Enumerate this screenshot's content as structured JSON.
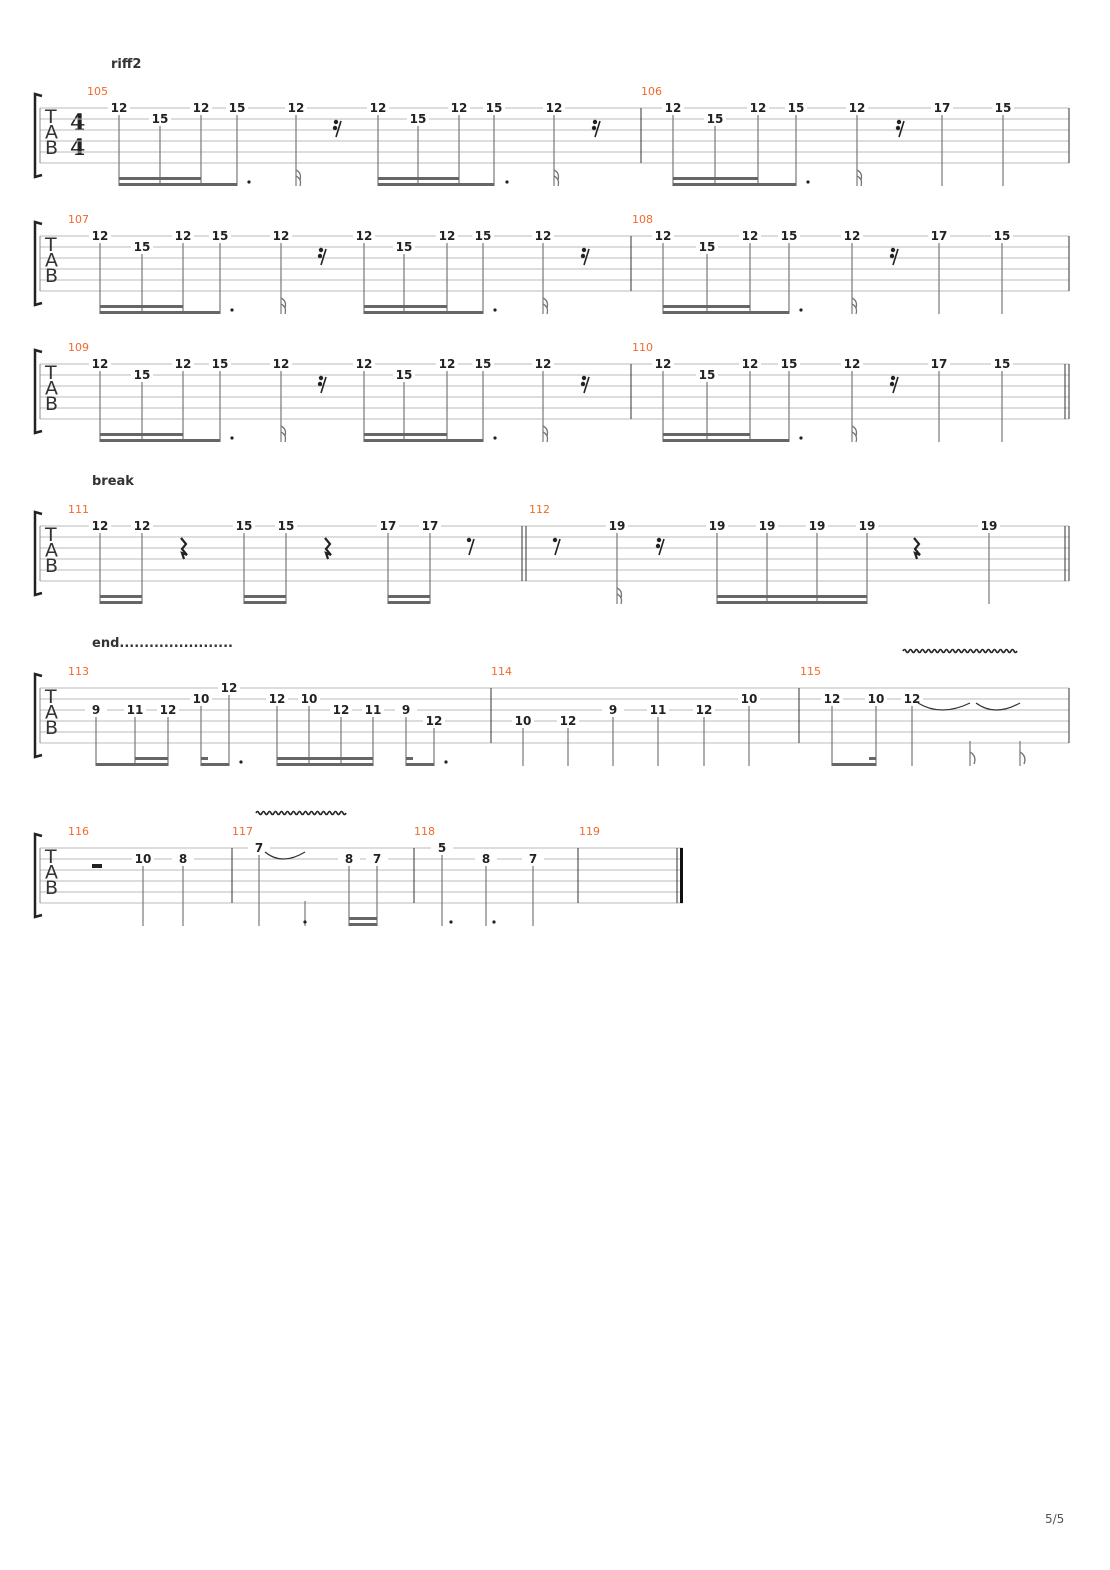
{
  "page": {
    "number": "5/5"
  },
  "sections": [
    {
      "label": "riff2"
    },
    {
      "label": "break"
    },
    {
      "label": "end......................."
    }
  ],
  "tab_clef": [
    "T",
    "A",
    "B"
  ],
  "time_signature": {
    "top": "4",
    "bottom": "4"
  },
  "systems": [
    {
      "measures": [
        {
          "number": "105",
          "events": [
            {
              "fret": "12",
              "string": 1
            },
            {
              "fret": "15",
              "string": 2
            },
            {
              "fret": "12",
              "string": 1
            },
            {
              "fret": "15",
              "string": 1
            },
            {
              "fret": "12",
              "string": 1
            },
            {
              "rest": "sixteenth"
            },
            {
              "fret": "12",
              "string": 1
            },
            {
              "fret": "15",
              "string": 2
            },
            {
              "fret": "12",
              "string": 1
            },
            {
              "fret": "15",
              "string": 1
            },
            {
              "fret": "12",
              "string": 1
            },
            {
              "rest": "sixteenth"
            }
          ]
        },
        {
          "number": "106",
          "events": [
            {
              "fret": "12",
              "string": 1
            },
            {
              "fret": "15",
              "string": 2
            },
            {
              "fret": "12",
              "string": 1
            },
            {
              "fret": "15",
              "string": 1
            },
            {
              "fret": "12",
              "string": 1
            },
            {
              "rest": "sixteenth"
            },
            {
              "fret": "17",
              "string": 1
            },
            {
              "fret": "15",
              "string": 1
            }
          ]
        }
      ]
    },
    {
      "measures": [
        {
          "number": "107",
          "events": [
            {
              "fret": "12",
              "string": 1
            },
            {
              "fret": "15",
              "string": 2
            },
            {
              "fret": "12",
              "string": 1
            },
            {
              "fret": "15",
              "string": 1
            },
            {
              "fret": "12",
              "string": 1
            },
            {
              "rest": "sixteenth"
            },
            {
              "fret": "12",
              "string": 1
            },
            {
              "fret": "15",
              "string": 2
            },
            {
              "fret": "12",
              "string": 1
            },
            {
              "fret": "15",
              "string": 1
            },
            {
              "fret": "12",
              "string": 1
            },
            {
              "rest": "sixteenth"
            }
          ]
        },
        {
          "number": "108",
          "events": [
            {
              "fret": "12",
              "string": 1
            },
            {
              "fret": "15",
              "string": 2
            },
            {
              "fret": "12",
              "string": 1
            },
            {
              "fret": "15",
              "string": 1
            },
            {
              "fret": "12",
              "string": 1
            },
            {
              "rest": "sixteenth"
            },
            {
              "fret": "17",
              "string": 1
            },
            {
              "fret": "15",
              "string": 1
            }
          ]
        }
      ]
    },
    {
      "measures": [
        {
          "number": "109",
          "events": [
            {
              "fret": "12",
              "string": 1
            },
            {
              "fret": "15",
              "string": 2
            },
            {
              "fret": "12",
              "string": 1
            },
            {
              "fret": "15",
              "string": 1
            },
            {
              "fret": "12",
              "string": 1
            },
            {
              "rest": "sixteenth"
            },
            {
              "fret": "12",
              "string": 1
            },
            {
              "fret": "15",
              "string": 2
            },
            {
              "fret": "12",
              "string": 1
            },
            {
              "fret": "15",
              "string": 1
            },
            {
              "fret": "12",
              "string": 1
            },
            {
              "rest": "sixteenth"
            }
          ]
        },
        {
          "number": "110",
          "events": [
            {
              "fret": "12",
              "string": 1
            },
            {
              "fret": "15",
              "string": 2
            },
            {
              "fret": "12",
              "string": 1
            },
            {
              "fret": "15",
              "string": 1
            },
            {
              "fret": "12",
              "string": 1
            },
            {
              "rest": "sixteenth"
            },
            {
              "fret": "17",
              "string": 1
            },
            {
              "fret": "15",
              "string": 1
            }
          ]
        }
      ]
    },
    {
      "measures": [
        {
          "number": "111",
          "events": [
            {
              "fret": "12",
              "string": 1
            },
            {
              "fret": "12",
              "string": 1
            },
            {
              "rest": "quarter"
            },
            {
              "fret": "15",
              "string": 1
            },
            {
              "fret": "15",
              "string": 1
            },
            {
              "rest": "quarter"
            },
            {
              "fret": "17",
              "string": 1
            },
            {
              "fret": "17",
              "string": 1
            },
            {
              "rest": "eighth"
            }
          ]
        },
        {
          "number": "112",
          "events": [
            {
              "rest": "eighth"
            },
            {
              "fret": "19",
              "string": 1
            },
            {
              "rest": "sixteenth"
            },
            {
              "fret": "19",
              "string": 1
            },
            {
              "fret": "19",
              "string": 1
            },
            {
              "fret": "19",
              "string": 1
            },
            {
              "fret": "19",
              "string": 1
            },
            {
              "rest": "quarter"
            },
            {
              "fret": "19",
              "string": 1
            }
          ]
        }
      ]
    },
    {
      "measures": [
        {
          "number": "113",
          "events": [
            {
              "fret": "9",
              "string": 3
            },
            {
              "fret": "11",
              "string": 3
            },
            {
              "fret": "12",
              "string": 3
            },
            {
              "fret": "10",
              "string": 2
            },
            {
              "fret": "12",
              "string": 1
            },
            {
              "fret": "12",
              "string": 2
            },
            {
              "fret": "10",
              "string": 2
            },
            {
              "fret": "12",
              "string": 3
            },
            {
              "fret": "11",
              "string": 3
            },
            {
              "fret": "9",
              "string": 3
            },
            {
              "fret": "12",
              "string": 4
            }
          ]
        },
        {
          "number": "114",
          "events": [
            {
              "fret": "10",
              "string": 4
            },
            {
              "fret": "12",
              "string": 4
            },
            {
              "fret": "9",
              "string": 3
            },
            {
              "fret": "11",
              "string": 3
            },
            {
              "fret": "12",
              "string": 3
            },
            {
              "fret": "10",
              "string": 2
            }
          ]
        },
        {
          "number": "115",
          "events": [
            {
              "fret": "12",
              "string": 2
            },
            {
              "fret": "10",
              "string": 2
            },
            {
              "fret": "12",
              "string": 2
            },
            {
              "tied": true,
              "string": 2
            },
            {
              "tied": true,
              "string": 2
            }
          ]
        }
      ]
    },
    {
      "measures": [
        {
          "number": "116",
          "events": [
            {
              "rest": "half"
            },
            {
              "fret": "10",
              "string": 2
            },
            {
              "fret": "8",
              "string": 2
            }
          ]
        },
        {
          "number": "117",
          "events": [
            {
              "fret": "7",
              "string": 1
            },
            {
              "tied": true,
              "string": 1
            },
            {
              "fret": "8",
              "string": 2
            },
            {
              "fret": "7",
              "string": 2
            }
          ]
        },
        {
          "number": "118",
          "events": [
            {
              "fret": "5",
              "string": 1
            },
            {
              "fret": "8",
              "string": 2
            },
            {
              "fret": "7",
              "string": 2
            }
          ]
        },
        {
          "number": "119",
          "events": []
        }
      ]
    }
  ]
}
